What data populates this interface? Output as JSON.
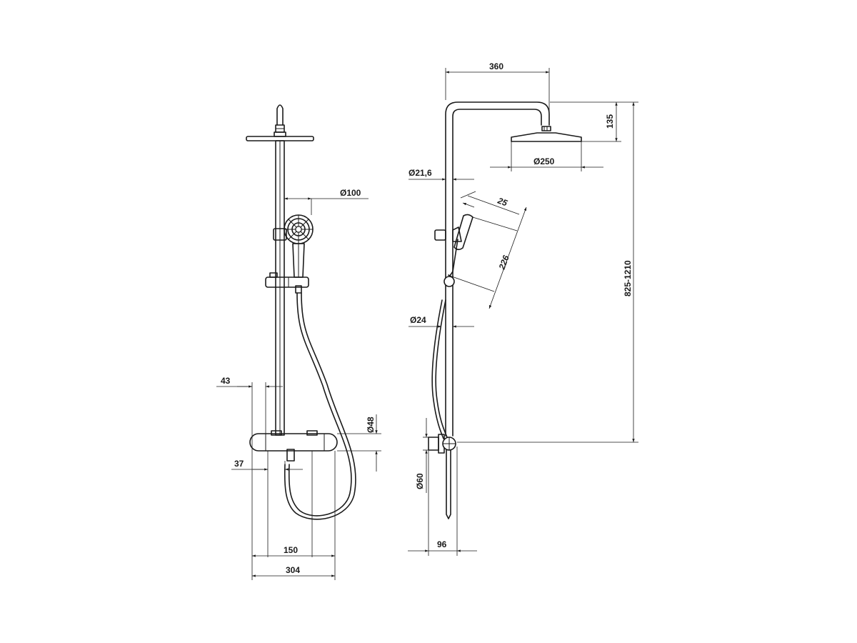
{
  "front_view": {
    "dimensions": {
      "head_diameter": "Ø100",
      "wall_offset": "43",
      "mixer_diameter": "Ø48",
      "outlet_offset": "37",
      "inlet_spacing": "150",
      "overall_width": "304"
    }
  },
  "side_view": {
    "dimensions": {
      "arm_length": "360",
      "head_drop": "135",
      "overhead_diameter": "Ø250",
      "pipe_upper_diameter": "Ø21,6",
      "handshower_width": "25",
      "handshower_length": "226",
      "pipe_lower_diameter": "Ø24",
      "height_range": "825-1210",
      "mixer_body_diameter": "Ø60",
      "wall_projection": "96"
    }
  }
}
